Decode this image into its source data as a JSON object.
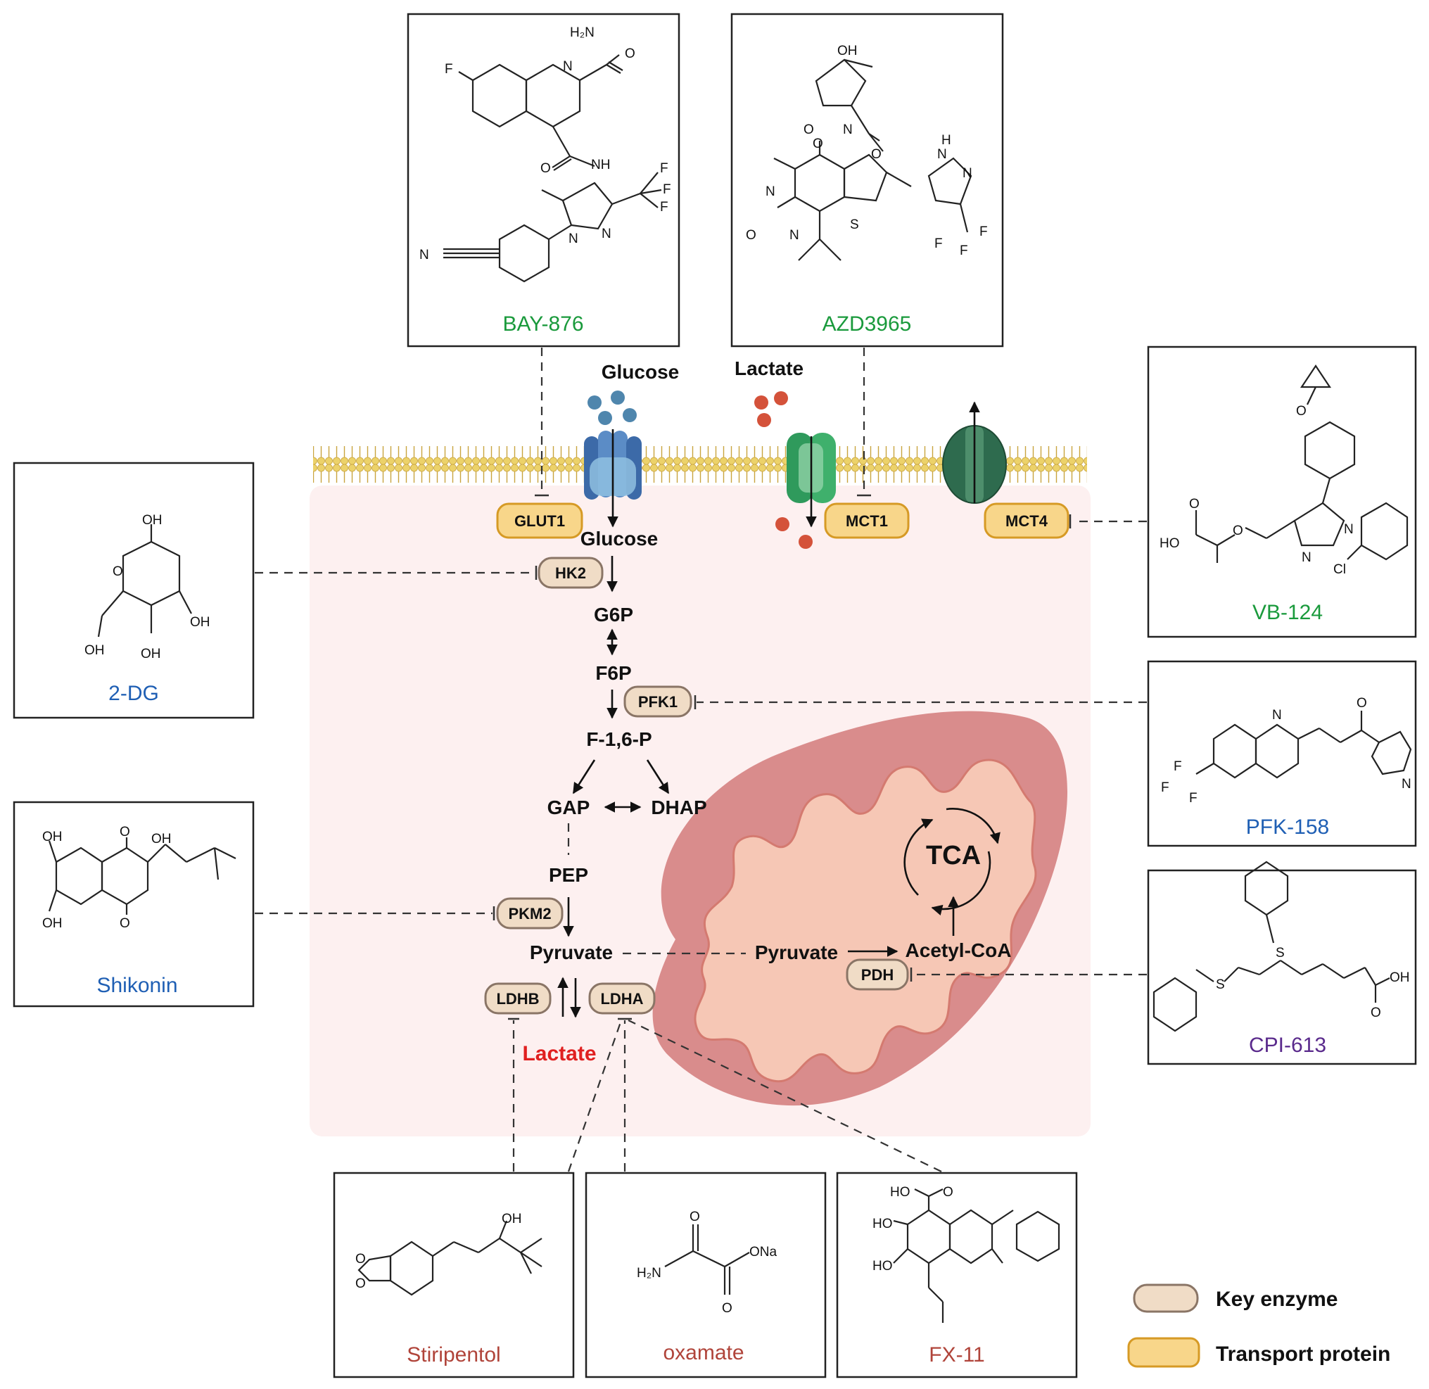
{
  "membrane_labels": {
    "glucose_out": "Glucose",
    "lactate_out": "Lactate"
  },
  "metabolites": {
    "glucose_in": "Glucose",
    "g6p": "G6P",
    "f6p": "F6P",
    "f16p": "F-1,6-P",
    "gap": "GAP",
    "dhap": "DHAP",
    "pep": "PEP",
    "pyruvate": "Pyruvate",
    "lactate_in": "Lactate",
    "pyruvate_mito": "Pyruvate",
    "acetyl_coa": "Acetyl-CoA",
    "tca": "TCA"
  },
  "enzymes": {
    "hk2": "HK2",
    "pfk1": "PFK1",
    "pkm2": "PKM2",
    "ldhb": "LDHB",
    "ldha": "LDHA",
    "pdh": "PDH"
  },
  "transporters": {
    "glut1": "GLUT1",
    "mct1": "MCT1",
    "mct4": "MCT4"
  },
  "inhibitors": {
    "bay876": {
      "name": "BAY-876",
      "color": "#1a9a3c"
    },
    "azd3965": {
      "name": "AZD3965",
      "color": "#1a9a3c"
    },
    "vb124": {
      "name": "VB-124",
      "color": "#1a9a3c"
    },
    "dg2": {
      "name": "2-DG",
      "color": "#1f5fb4"
    },
    "pfk158": {
      "name": "PFK-158",
      "color": "#1f5fb4"
    },
    "shikonin": {
      "name": "Shikonin",
      "color": "#1f5fb4"
    },
    "cpi613": {
      "name": "CPI-613",
      "color": "#5a2a8c"
    },
    "stiripentol": {
      "name": "Stiripentol",
      "color": "#b0443a"
    },
    "oxamate": {
      "name": "oxamate",
      "color": "#b0443a"
    },
    "fx11": {
      "name": "FX-11",
      "color": "#b0443a"
    }
  },
  "atoms": {
    "h2n": "H₂N",
    "o": "O",
    "f": "F",
    "n": "N",
    "nh": "NH",
    "oh": "OH",
    "s": "S",
    "h": "H",
    "ho": "HO",
    "cl": "Cl",
    "ona": "ONa"
  },
  "legend": {
    "key_enzyme": "Key enzyme",
    "transport_protein": "Transport protein"
  },
  "colors": {
    "cytoplasm": "#fdf0f0",
    "mitochondria_outer": "#d98c8c",
    "mitochondria_inner": "#f6c7b5",
    "enzyme_fill": "#f0dcc6",
    "enzyme_stroke": "#8a7566",
    "transport_fill": "#f8d68a",
    "transport_stroke": "#d69a25",
    "membrane": "#ecd26a",
    "glucose_dot": "#4f86ad",
    "lactate_dot": "#d4523a",
    "lactate_text": "#e02020"
  }
}
